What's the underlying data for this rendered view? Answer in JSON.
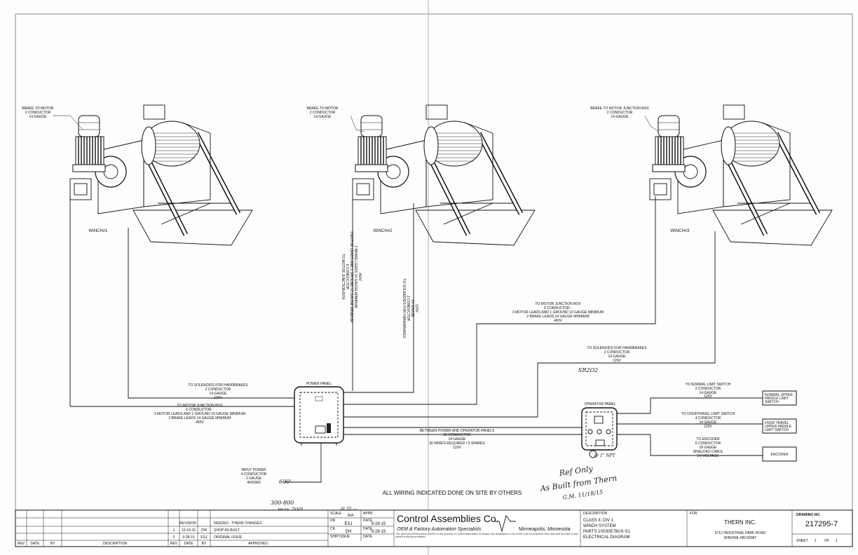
{
  "winches": [
    {
      "name": "WINCH#1",
      "leader": [
        "BRAKE TO MOTOR",
        "2 CONDUCTOR",
        "14 GAUGE"
      ]
    },
    {
      "name": "WINCH#2",
      "leader": [
        "BRAKE TO MOTOR",
        "2 CONDUCTOR",
        "14 GAUGE"
      ]
    },
    {
      "name": "WINCH#3",
      "leader": [
        "BRAKE TO MOTOR JUNCTION BOX",
        "2 CONDUCTOR",
        "14 GAUGE"
      ]
    }
  ],
  "cables": {
    "w1_solenoid": [
      "TO SOLENOIDS FOR HANDBRAKES",
      "2 CONDUCTOR",
      "14 GAUGE",
      "120V"
    ],
    "w1_motor": [
      "TO MOTOR JUNCTION BOX",
      "6 CONDUCTOR -",
      "3 MOTOR LEADS AND 1 GROUND 10 GAUGE MINIMUM",
      "2 BRAKE LEADS 14 GAUGE MINIMUM",
      "460V"
    ],
    "w2_motor_vertical": [
      "TO MOTOR JUNCTION BOX",
      "6 CONDUCTOR",
      "3 MOTOR LEADS AND 1 GROUND 10 GAUGE MINIMUM",
      "2 BRAKE LEADS 14 GAUGE MINIMUM",
      "460V"
    ],
    "w2_solenoid_vertical": [
      "TO SOLENOIDS FOR HANDBRAKES",
      "2 CONDUCTOR",
      "14 GAUGE",
      "120V"
    ],
    "w3_motor": [
      "TO MOTOR JUNCTION BOX",
      "6 CONDUCTOR -",
      "3 MOTOR LEADS AND 1 GROUND 10 GAUGE MINIMUM",
      "2 BRAKE LEADS 14 GAUGE MINIMUM",
      "460V"
    ],
    "w3_solenoid": [
      "TO SOLENOIDS FOR HANDBRAKES",
      "2 CONDUCTOR",
      "14 GAUGE",
      "120V"
    ],
    "between": [
      "BETWEEN POWER AND OPERATOR PANELS",
      "35 CONDUCTOR",
      "14 GAUGE",
      "30 WIRES REQUIRED / 5 SPARES",
      "120V"
    ],
    "input_power": [
      "INPUT POWER",
      "4 CONDUCTOR",
      "2 GAUGE",
      "460/3/60"
    ],
    "normal_limit": [
      "TO NORMAL LIMIT SWITCH",
      "2 CONDUCTOR",
      "14 GAUGE",
      "120V"
    ],
    "overtravel_limit": [
      "TO OVERTRAVEL LIMIT SWITCH",
      "4 CONDUCTOR",
      "14 GAUGE",
      "120V"
    ],
    "encoder": [
      "TO ENCODER",
      "6 CONDUCTOR",
      "18 GAUGE",
      "SHIELDED CABLE",
      "5V VOLTAGE"
    ]
  },
  "panels": {
    "power": "POWER PANEL",
    "operator": "OPERATOR PANEL"
  },
  "devices": {
    "normal": [
      "NORMAL UPPER",
      "PADDLE LIMIT",
      "SWITCH"
    ],
    "overtravel": [
      "OVER TRAVEL",
      "UPPER PADDLE",
      "LIMIT SWITCH"
    ],
    "encoder": "ENCODER"
  },
  "note": "ALL WIRING INDICATED DONE ON SITE BY OTHERS",
  "handwritten": {
    "sr": "SR2O2",
    "npt": "@ 1\" NPT",
    "len600": "600'",
    "range": "300-800",
    "max": "max 700'",
    "extra": "@ 35 ---",
    "ref": [
      "Ref Only",
      "As Built from Thern",
      "G.M. 11/18/15"
    ]
  },
  "title_block": {
    "revisions": [
      {
        "rev": "REVISION",
        "date": "",
        "by": "",
        "desc": "NEEDED - THERN CHANGES"
      },
      {
        "rev": "1",
        "date": "10-16-15",
        "by": "DW",
        "desc": "SHOP AS BUILT"
      },
      {
        "rev": "0",
        "date": "9-28-15",
        "by": "ESJ",
        "desc": "ORIGINAL ISSUE"
      }
    ],
    "rev_header": [
      "REV",
      "DATE",
      "BY",
      "DESCRIPTION"
    ],
    "rev_header2": [
      "REV",
      "DATE",
      "BY",
      "APPROVED"
    ],
    "scale_label": "SCALE",
    "scale": "N/A",
    "dr_label": "DR",
    "dr": "ESJ",
    "ck_label": "CK",
    "ck": "DH",
    "ship_label": "SHIP ISSUE",
    "appr_label": "APPR",
    "date_label": "DATE",
    "date1": "9-28-15",
    "date2": "9-28-15",
    "company": "Control Assemblies Co.",
    "tagline": "OEM & Factory Automation Specialists",
    "city": "Minneapolis, Minnesota",
    "fine_print": "This print and all information thereon is the property of Control Assemblies Company. Any duplication or use of this print for purposes other than that for which it was loaned is strictly prohibited.",
    "desc_label": "DESCRIPTION",
    "desc": [
      "CLASS II, DIV 1",
      "WINCH SYSTEM",
      "PARTS 10S30E78US-S1",
      "ELECTRICAL DIAGRAM"
    ],
    "for_label": "FOR",
    "customer": "THERN INC.",
    "address": [
      "5712 INDUSTRIAL PARK ROAD",
      "WINONA, MN 55987"
    ],
    "drawing_no_label": "DRAWING NO.",
    "drawing_no": "217295-7",
    "sheet_label": "SHEET",
    "sheet": "1",
    "of_label": "OF",
    "of": "1"
  }
}
